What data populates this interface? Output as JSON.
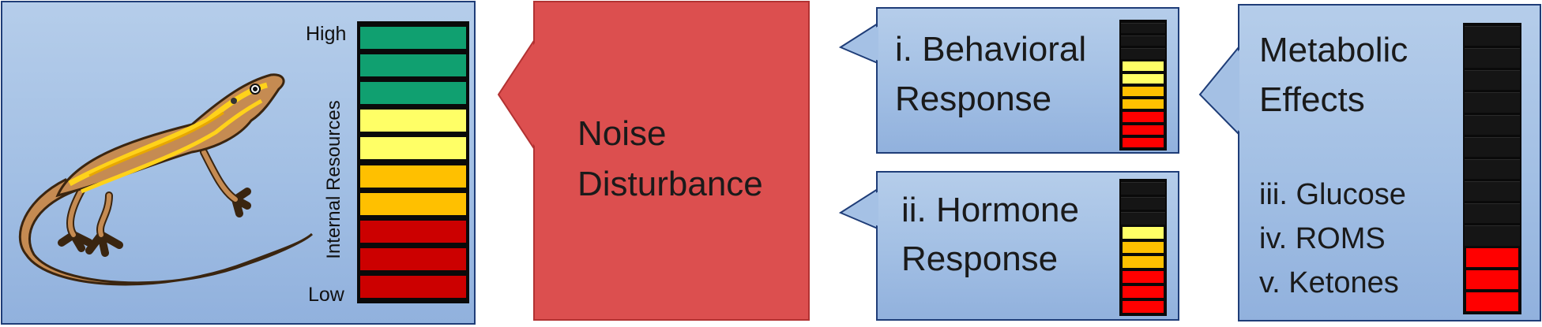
{
  "lizard_panel": {
    "scale_high": "High",
    "scale_low": "Low",
    "axis_label": "Internal Resources",
    "meter": [
      "green",
      "green",
      "green",
      "yellow",
      "yellow",
      "orange",
      "orange",
      "red",
      "red",
      "red"
    ]
  },
  "noise": {
    "line1": "Noise",
    "line2": "Disturbance"
  },
  "behavioral": {
    "line1": "i. Behavioral",
    "line2": "Response",
    "meter": [
      "black",
      "black",
      "black",
      "yellow",
      "yellow",
      "orange",
      "orange",
      "red",
      "red",
      "red"
    ]
  },
  "hormone": {
    "line1": "ii. Hormone",
    "line2": "Response",
    "meter": [
      "black",
      "black",
      "black",
      "yellow",
      "orange",
      "orange",
      "red",
      "red",
      "red"
    ]
  },
  "metabolic": {
    "line1": "Metabolic",
    "line2": "Effects",
    "item1": "iii. Glucose",
    "item2": "iv. ROMS",
    "item3": "v. Ketones",
    "meter": [
      "black",
      "black",
      "black",
      "black",
      "black",
      "black",
      "black",
      "black",
      "black",
      "black",
      "red",
      "red",
      "red"
    ]
  },
  "colors": {
    "green": "#10a070",
    "yellow": "#ffff66",
    "orange": "#ffc000",
    "red": "#cc0000",
    "bright_red": "#ff0000",
    "black": "#111111",
    "noise_fill": "#dc4f4f",
    "panel_fill": "#a7c3e6",
    "panel_border": "#1f3d78"
  }
}
